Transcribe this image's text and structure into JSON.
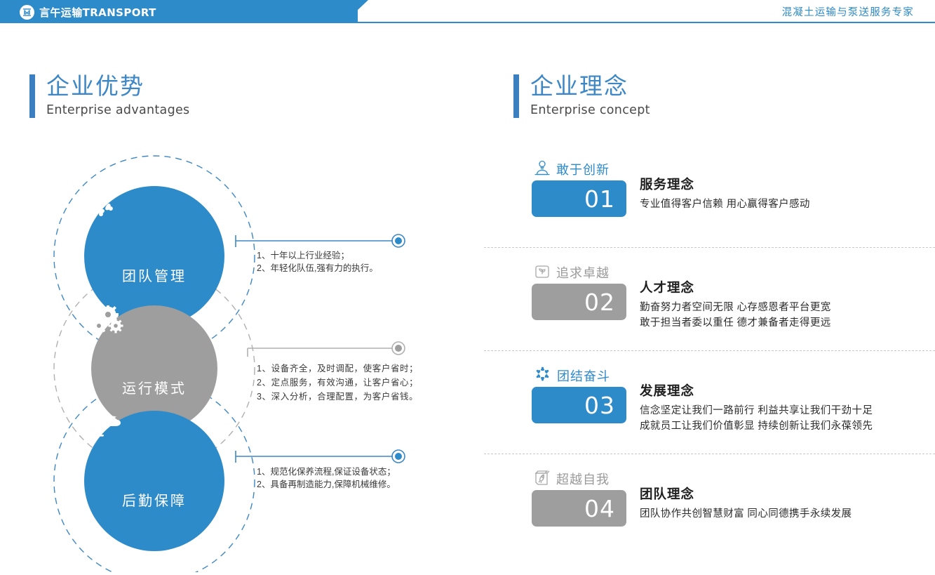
{
  "header": {
    "logo_icon": "company-emblem-icon",
    "logo_text": "言午运输TRANSPORT",
    "slogan": "混凝土运输与泵送服务专家",
    "accent_color": "#2e8bca"
  },
  "sections": {
    "advantages": {
      "cn": "企业优势",
      "en": "Enterprise advantages"
    },
    "concept": {
      "cn": "企业理念",
      "en": "Enterprise concept"
    }
  },
  "diagram": {
    "nodes": [
      {
        "label": "团队管理",
        "icon": "team-people-icon",
        "color": "#2e8bca"
      },
      {
        "label": "运行模式",
        "icon": "gears-icon",
        "color": "#9e9e9e"
      },
      {
        "label": "后勤保障",
        "icon": "delivery-truck-icon",
        "color": "#2e8bca"
      }
    ],
    "leads": [
      {
        "color": "#2e8bca",
        "lines": [
          "1、十年以上行业经验；",
          "2、年轻化队伍,强有力的执行。"
        ]
      },
      {
        "color": "#9e9e9e",
        "lines": [
          "1、设备齐全，及时调配，使客户省时；",
          "2、定点服务，有效沟通，让客户省心；",
          "3、深入分析，合理配置，为客户省钱。"
        ]
      },
      {
        "color": "#2e8bca",
        "lines": [
          "1、规范化保养流程,保证设备状态；",
          "2、具备再制造能力,保障机械维修。"
        ]
      }
    ]
  },
  "concepts": [
    {
      "tag": "敢于创新",
      "tag_icon": "lightbulb-person-icon",
      "number": "01",
      "color": "#2e8bca",
      "title": "服务理念",
      "lines": [
        "专业值得客户信赖 用心赢得客户感动"
      ]
    },
    {
      "tag": "追求卓越",
      "tag_icon": "book-sprout-icon",
      "number": "02",
      "color": "#9e9e9e",
      "title": "人才理念",
      "lines": [
        "勤奋努力者空间无限 心存感恩者平台更宽",
        "敢于担当者委以重任 德才兼备者走得更远"
      ]
    },
    {
      "tag": "团结奋斗",
      "tag_icon": "team-people-icon",
      "number": "03",
      "color": "#2e8bca",
      "title": "发展理念",
      "lines": [
        "信念坚定让我们一路前行 利益共享让我们干劲十足",
        "成就员工让我们价值彰显 持续创新让我们永葆领先"
      ]
    },
    {
      "tag": "超越自我",
      "tag_icon": "book-rocket-icon",
      "number": "04",
      "color": "#9e9e9e",
      "title": "团队理念",
      "lines": [
        "团队协作共创智慧财富 同心同德携手永续发展"
      ]
    }
  ]
}
